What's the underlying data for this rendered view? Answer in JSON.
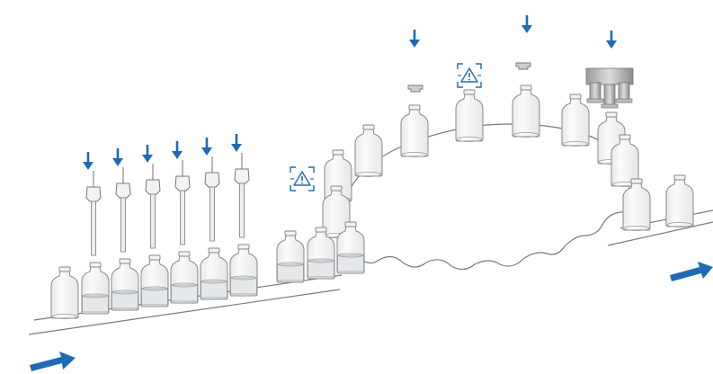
{
  "colors": {
    "accent": "#1f6ab5",
    "outline": "#7a7a7a",
    "glass": "#f4f4f4",
    "liquid": "#e4e8ea",
    "background": "#ffffff"
  },
  "icons": {
    "down_arrow": "down-arrow-icon",
    "flow_arrow": "flow-direction-arrow-icon",
    "warning": "warning-scan-icon"
  },
  "filling_station": {
    "nozzle_count": 6,
    "bottle_count": 7
  },
  "stoppering_station": {
    "stopper_feeds": 3,
    "capping_heads": 3
  },
  "warnings": 2
}
